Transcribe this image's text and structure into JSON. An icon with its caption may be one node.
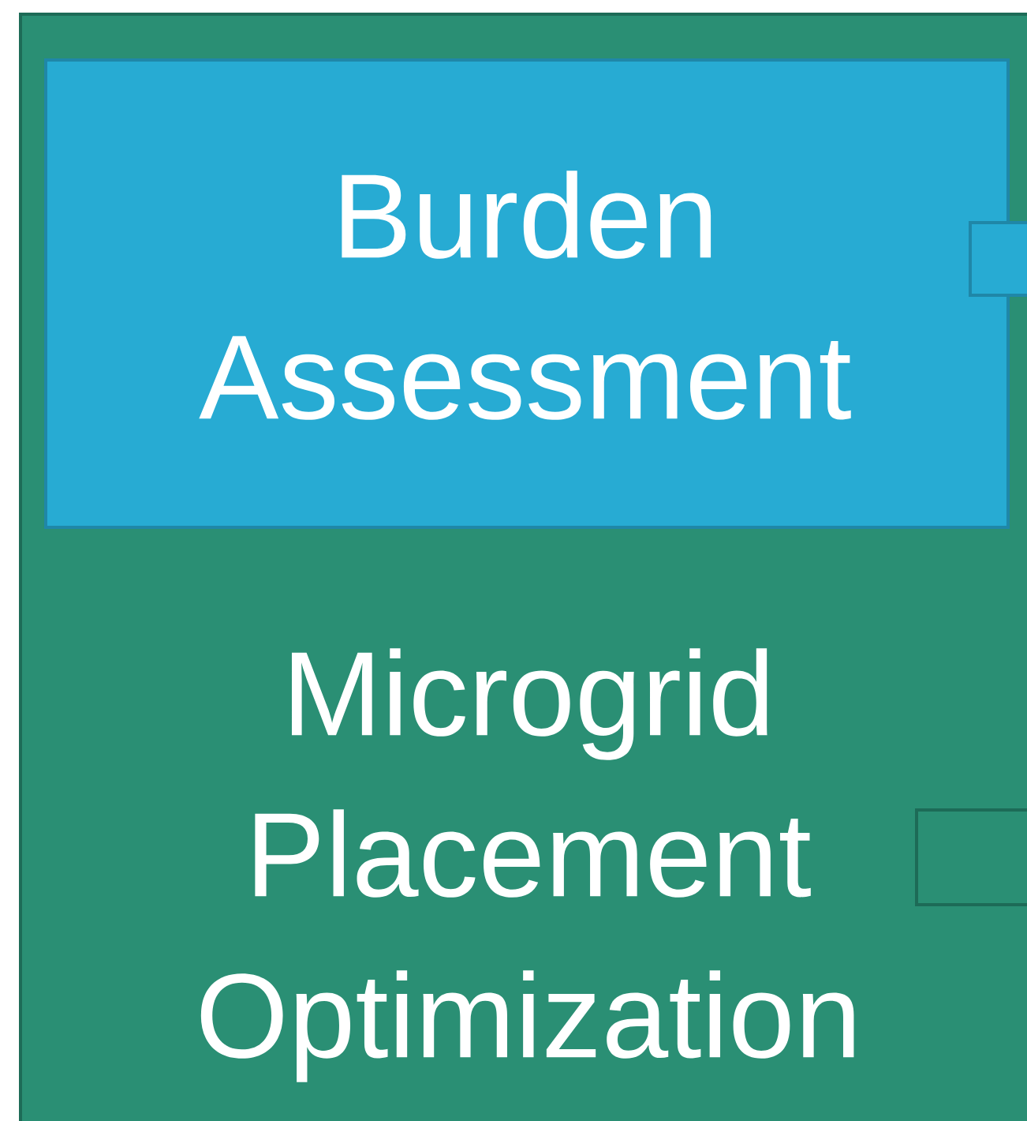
{
  "diagram": {
    "nodes": [
      {
        "text": [
          "Microgrid Placement Optimization"
        ]
      },
      {
        "text": [
          "Burden Assessment"
        ],
        "in": 0
      }
    ]
  }
}
